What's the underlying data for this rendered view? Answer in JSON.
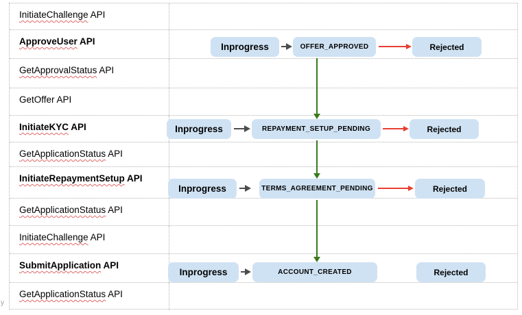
{
  "page": {
    "stray_text": "y"
  },
  "colors": {
    "node_fill": "#cfe2f3",
    "reject_arrow": "#e93e31",
    "success_arrow": "#3a7a1c",
    "step_arrow": "#4d4d4d",
    "table_border": "#b3b3b3",
    "squiggle": "#e06666",
    "text": "#000000"
  },
  "table": {
    "rows": [
      {
        "name": "InitiateChallenge",
        "suffix": " API",
        "bold": false,
        "misspelled": true
      },
      {
        "name": "ApproveUser",
        "suffix": " API",
        "bold": true,
        "misspelled": true
      },
      {
        "name": "GetApprovalStatus",
        "suffix": " API",
        "bold": false,
        "misspelled": true
      },
      {
        "name": "GetOffer",
        "suffix": " API",
        "bold": false,
        "misspelled": false
      },
      {
        "name": "InitiateKYC",
        "suffix": " API",
        "bold": true,
        "misspelled": true
      },
      {
        "name": "GetApplicationStatus",
        "suffix": " API",
        "bold": false,
        "misspelled": true
      },
      {
        "name": "InitiateRepaymentSetup",
        "suffix": " API",
        "bold": true,
        "misspelled": true
      },
      {
        "name": "GetApplicationStatus",
        "suffix": " API",
        "bold": false,
        "misspelled": true
      },
      {
        "name": "InitiateChallenge",
        "suffix": " API",
        "bold": false,
        "misspelled": true
      },
      {
        "name": "SubmitApplication",
        "suffix": " API",
        "bold": true,
        "misspelled": true
      },
      {
        "name": "GetApplicationStatus",
        "suffix": " API",
        "bold": false,
        "misspelled": true
      }
    ]
  },
  "flows": [
    {
      "inprogress": "Inprogress",
      "state": "OFFER_APPROVED",
      "rejected": "Rejected",
      "reject_arrow": true
    },
    {
      "inprogress": "Inprogress",
      "state": "REPAYMENT_SETUP_PENDING",
      "rejected": "Rejected",
      "reject_arrow": true
    },
    {
      "inprogress": "Inprogress",
      "state": "TERMS_AGREEMENT_PENDING",
      "rejected": "Rejected",
      "reject_arrow": true
    },
    {
      "inprogress": "Inprogress",
      "state": "ACCOUNT_CREATED",
      "rejected": "Rejected",
      "reject_arrow": false
    }
  ]
}
